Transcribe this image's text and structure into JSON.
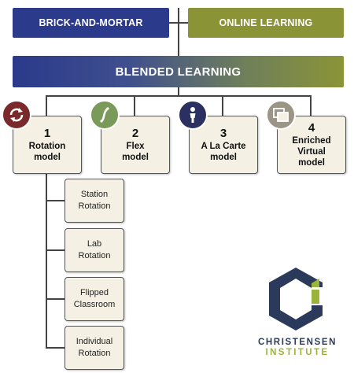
{
  "top": {
    "brick": "BRICK-AND-MORTAR",
    "online": "ONLINE LEARNING"
  },
  "blended": "BLENDED LEARNING",
  "models": [
    {
      "num": "1",
      "name": "Rotation\nmodel",
      "icon": "rotation-icon"
    },
    {
      "num": "2",
      "name": "Flex\nmodel",
      "icon": "flex-icon"
    },
    {
      "num": "3",
      "name": "A La Carte\nmodel",
      "icon": "person-icon"
    },
    {
      "num": "4",
      "name": "Enriched\nVirtual\nmodel",
      "icon": "screens-icon"
    }
  ],
  "sub_models": [
    "Station\nRotation",
    "Lab\nRotation",
    "Flipped\nClassroom",
    "Individual\nRotation"
  ],
  "logo": {
    "line1": "CHRISTENSEN",
    "line2": "INSTITUTE"
  },
  "colors": {
    "navy": "#2b3a8a",
    "olive": "#8a9437",
    "box": "#f4f1e4",
    "logo_green": "#9bb53a",
    "logo_navy": "#2b3a5a"
  }
}
